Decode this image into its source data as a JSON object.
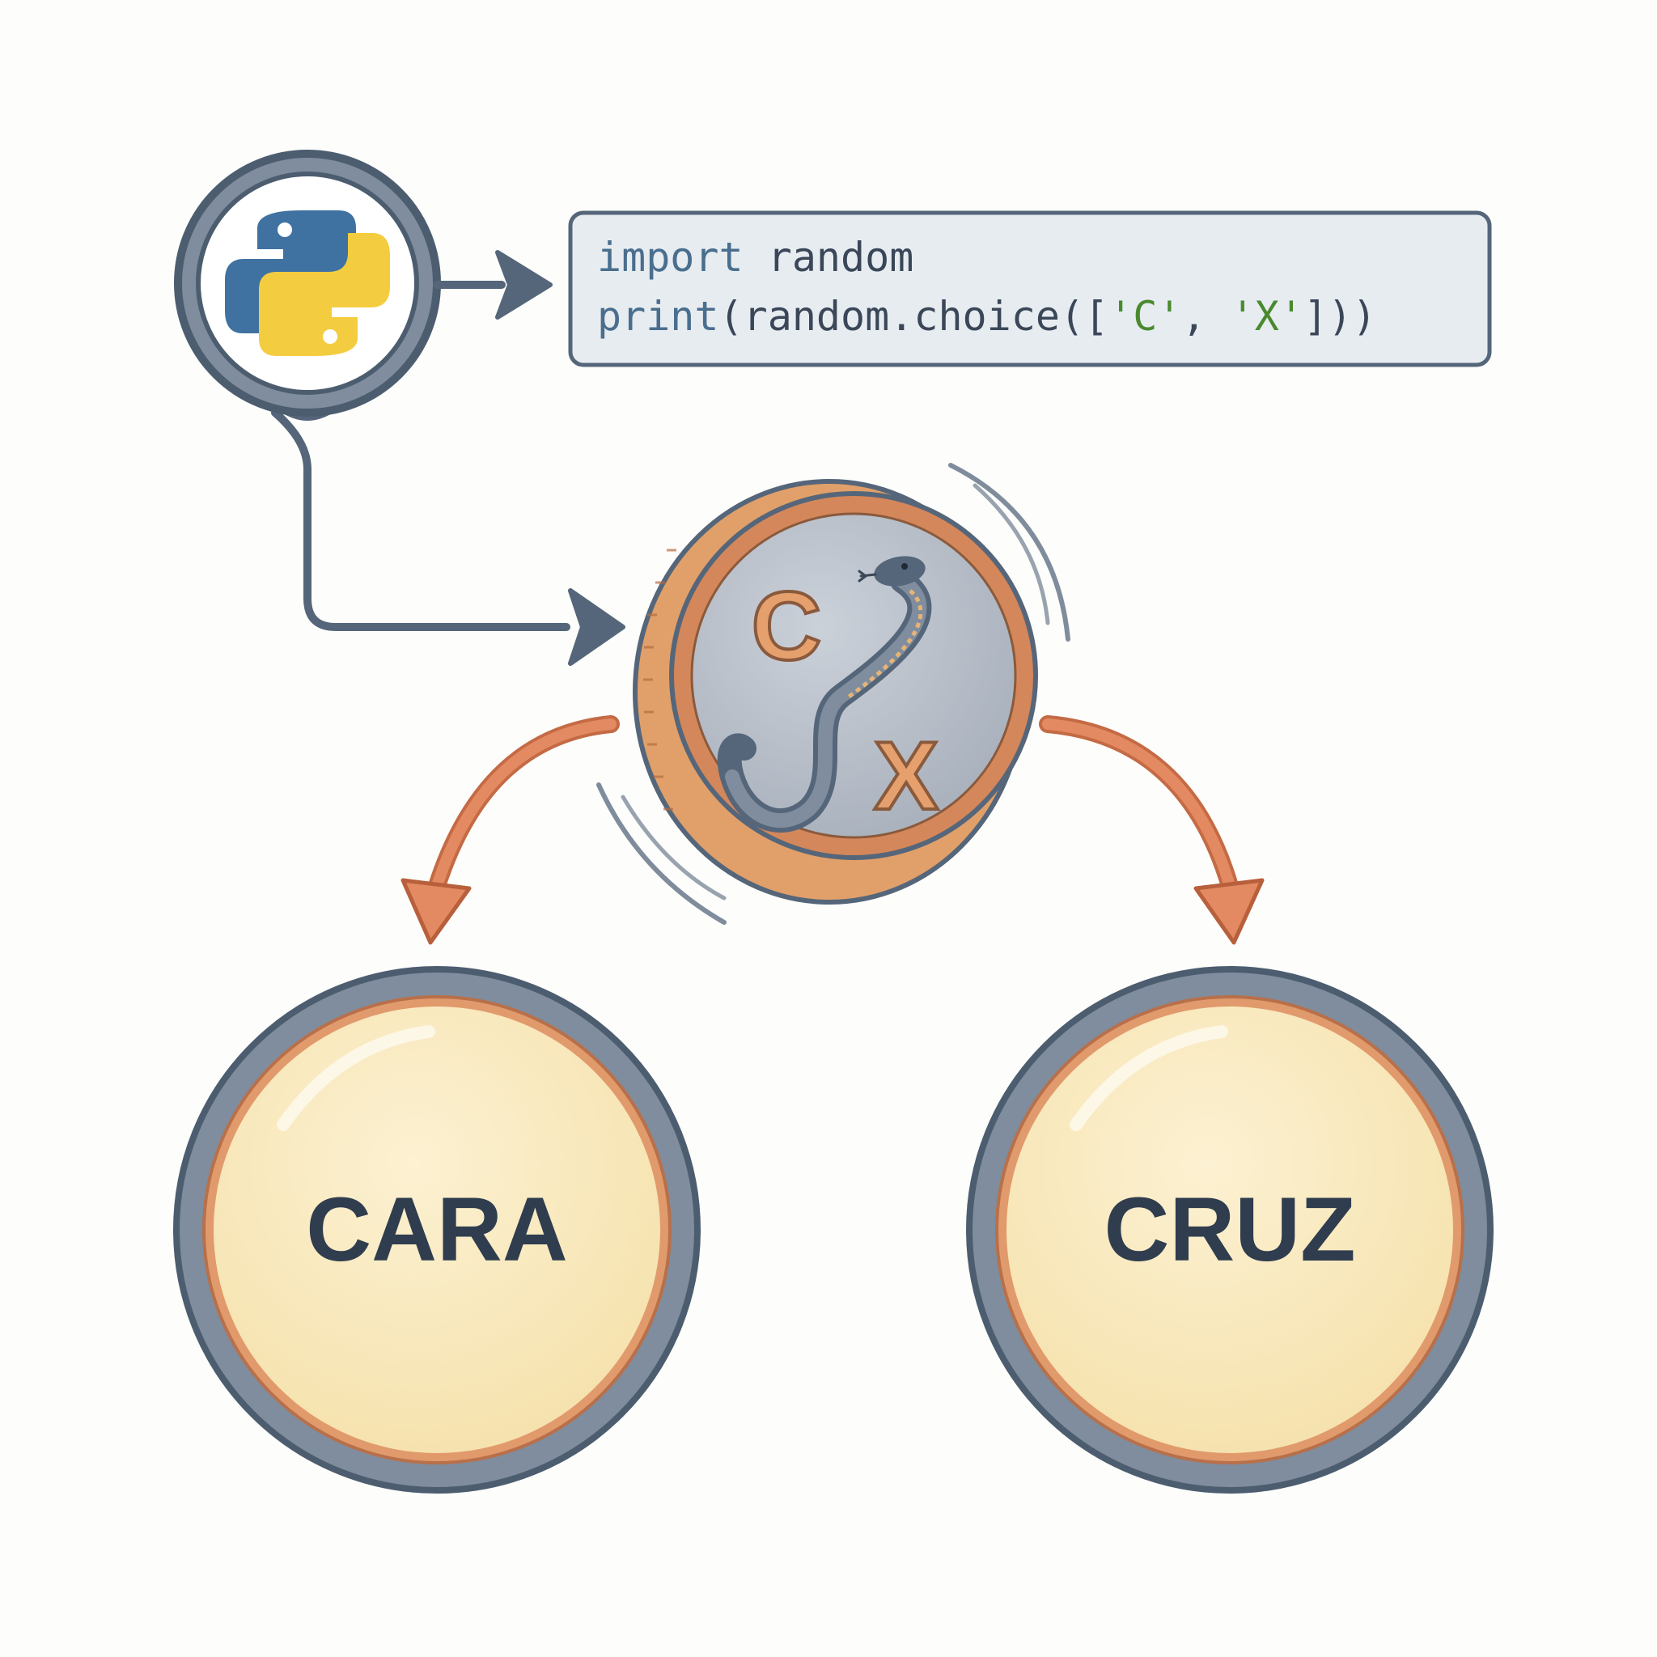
{
  "code": {
    "line1": {
      "keyword": "import",
      "rest": " random"
    },
    "line2": {
      "fn": "print",
      "open": "(random.choice([",
      "choice_a": "'C'",
      "sep": ", ",
      "choice_b": "'X'",
      "close": "]))"
    }
  },
  "coin": {
    "letter_a": "C",
    "letter_b": "X"
  },
  "outcomes": {
    "left": "CARA",
    "right": "CRUZ"
  },
  "colors": {
    "stroke": "#55667a",
    "code_bg": "#e7ecf1",
    "keyword": "#4a6e8e",
    "text": "#3a4758",
    "string": "#4a8a2e",
    "coin_face": "#b7bec8",
    "coin_rim": "#d4875a",
    "coin_edge": "#e1a06a",
    "arrow_orange": "#d37d55",
    "outcome_fill": "#f8e7b8",
    "outcome_text": "#2f3d4e",
    "python_blue": "#3f72a1",
    "python_yellow": "#f4cc3f"
  },
  "icons": [
    "python-logo-icon",
    "snake-icon"
  ]
}
